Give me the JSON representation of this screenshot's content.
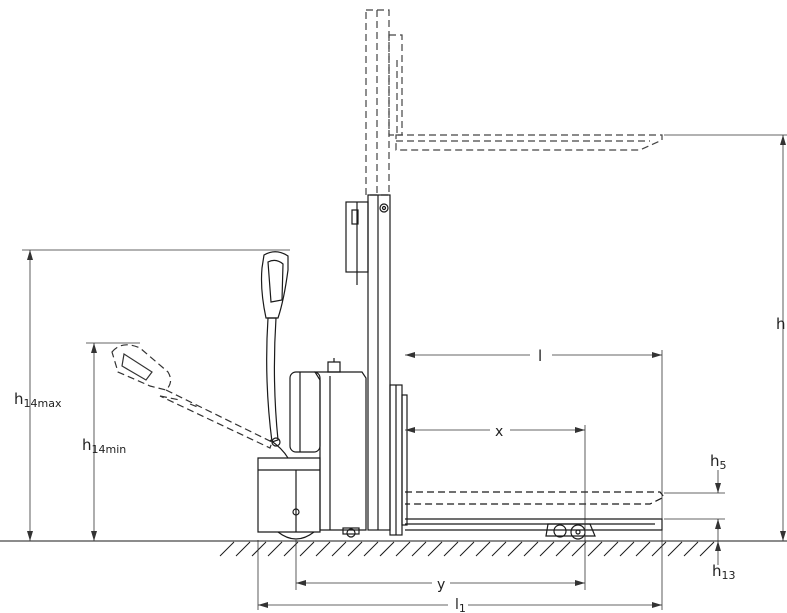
{
  "labels": {
    "h": "h",
    "h14max": {
      "base": "h",
      "sub": "14max"
    },
    "h14min": {
      "base": "h",
      "sub": "14min"
    },
    "h5": {
      "base": "h",
      "sub": "5"
    },
    "h13": {
      "base": "h",
      "sub": "13"
    },
    "l": "l",
    "l1": {
      "base": "l",
      "sub": "1"
    },
    "x": "x",
    "y": "y"
  },
  "colors": {
    "line": "#1a1a1a",
    "dim": "#333333",
    "ghost": "#444444"
  }
}
